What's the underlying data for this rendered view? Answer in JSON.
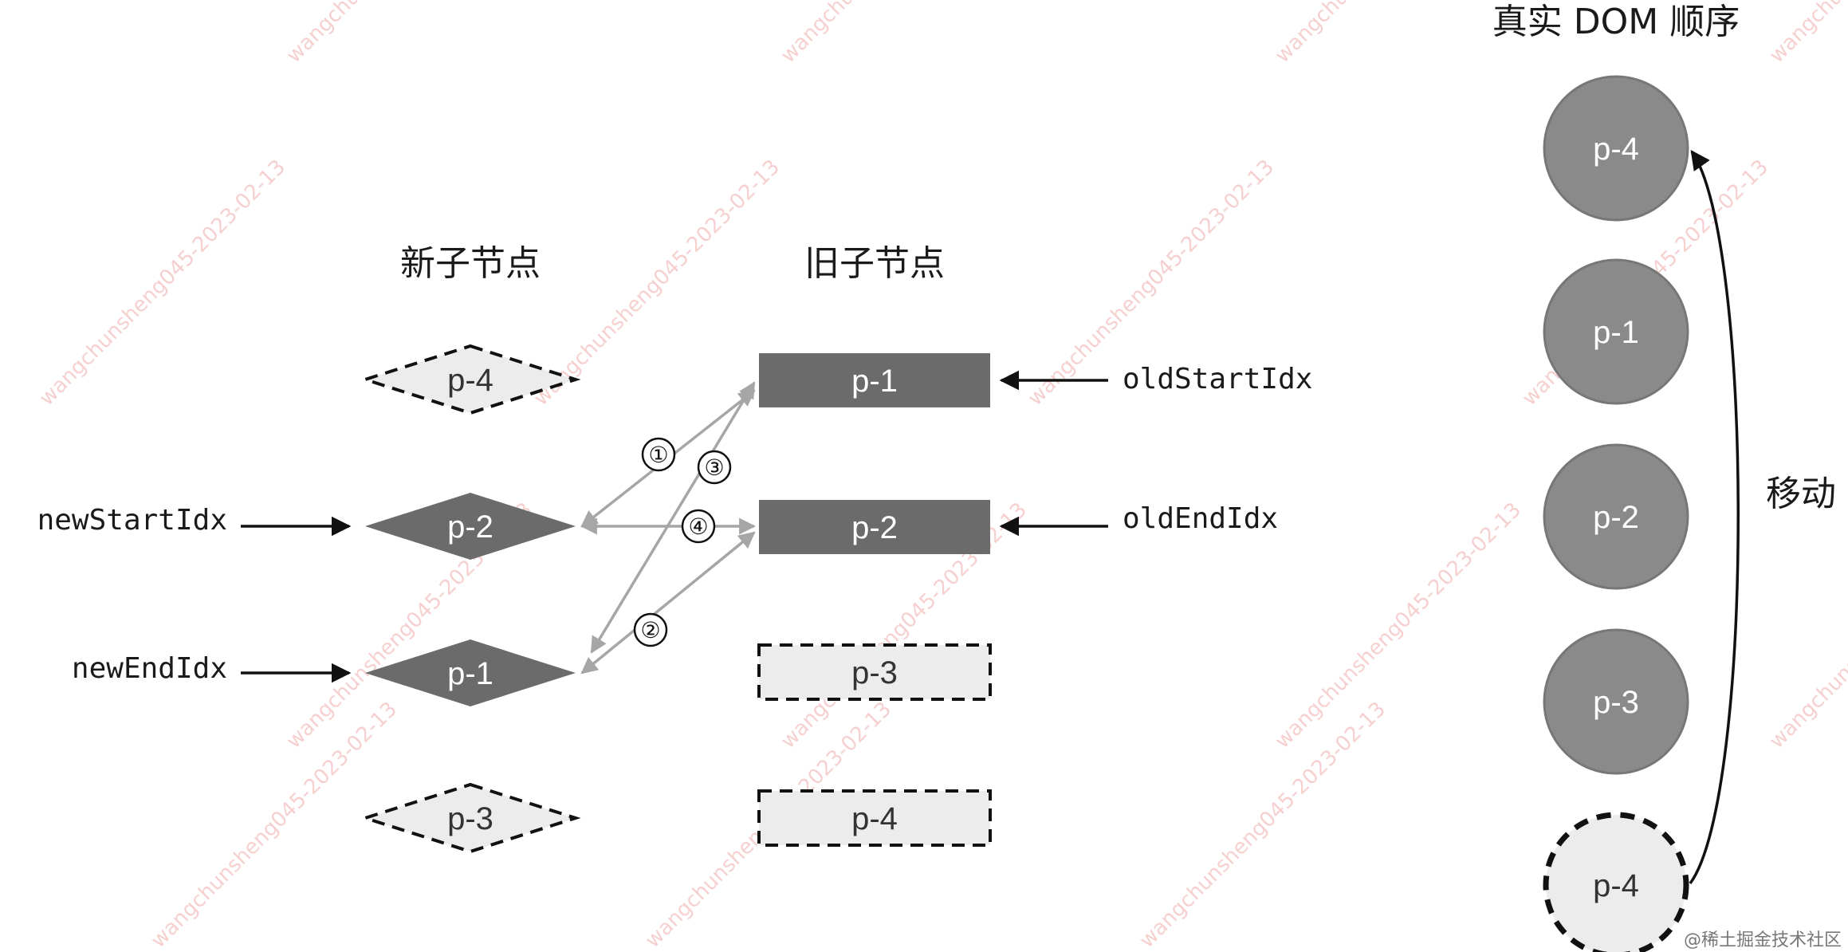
{
  "headings": {
    "new_children": "新子节点",
    "old_children": "旧子节点",
    "real_dom_order": "真实 DOM 顺序"
  },
  "pointers": {
    "new_start": "newStartIdx",
    "new_end": "newEndIdx",
    "old_start": "oldStartIdx",
    "old_end": "oldEndIdx"
  },
  "new_nodes": [
    {
      "label": "p-4",
      "state": "dashed"
    },
    {
      "label": "p-2",
      "state": "active"
    },
    {
      "label": "p-1",
      "state": "active"
    },
    {
      "label": "p-3",
      "state": "dashed"
    }
  ],
  "old_nodes": [
    {
      "label": "p-1",
      "state": "active"
    },
    {
      "label": "p-2",
      "state": "active"
    },
    {
      "label": "p-3",
      "state": "dashed"
    },
    {
      "label": "p-4",
      "state": "dashed"
    }
  ],
  "steps": [
    "①",
    "②",
    "③",
    "④"
  ],
  "dom_nodes": [
    {
      "label": "p-4",
      "state": "solid"
    },
    {
      "label": "p-1",
      "state": "solid"
    },
    {
      "label": "p-2",
      "state": "solid"
    },
    {
      "label": "p-3",
      "state": "solid"
    },
    {
      "label": "p-4",
      "state": "dashed"
    }
  ],
  "move_label": "移动",
  "watermark_text": "wangchunsheng045-2023-02-13",
  "credit": "@稀土掘金技术社区",
  "colors": {
    "active_fill": "#6b6b6b",
    "dashed_fill": "#ececec",
    "dom_fill": "#8a8a8a",
    "arrow_gray": "#a6a6a6",
    "arrow_black": "#111111"
  }
}
